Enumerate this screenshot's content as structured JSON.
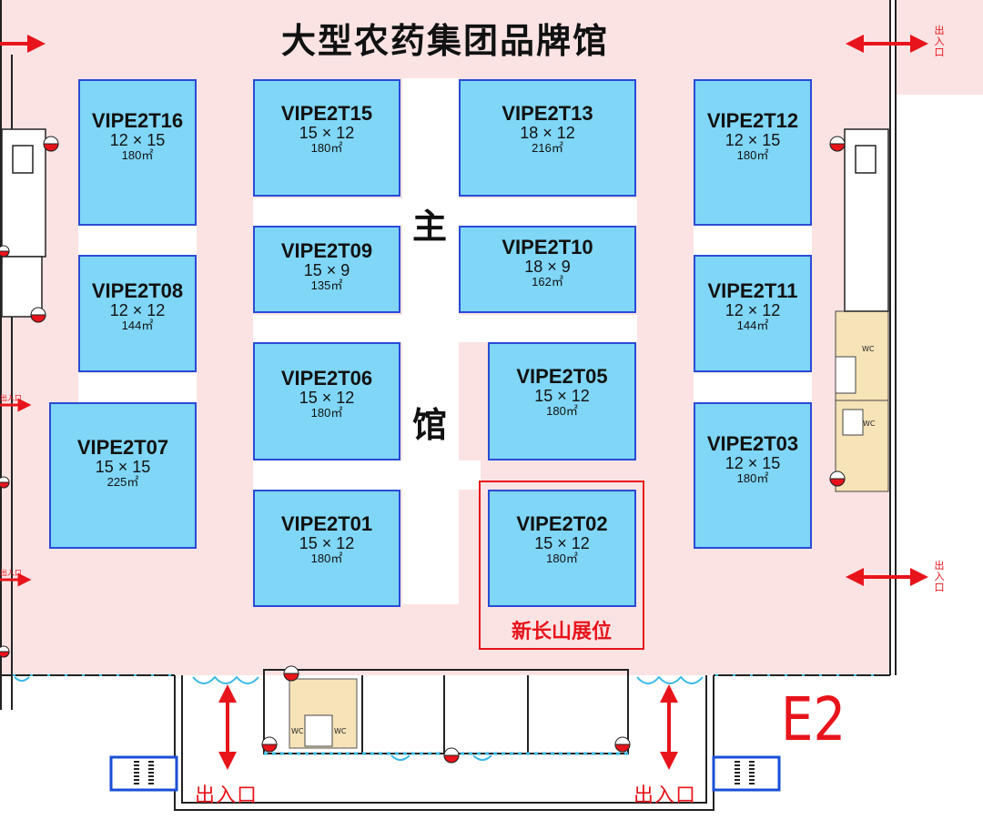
{
  "title": "大型农药集团品牌馆",
  "hall_chars": {
    "top": "主",
    "bottom": "馆"
  },
  "booths": [
    {
      "id": "VIPE2T16",
      "dims": "12 × 15",
      "area": "180㎡"
    },
    {
      "id": "VIPE2T15",
      "dims": "15 × 12",
      "area": "180㎡"
    },
    {
      "id": "VIPE2T13",
      "dims": "18 × 12",
      "area": "216㎡"
    },
    {
      "id": "VIPE2T12",
      "dims": "12 × 15",
      "area": "180㎡"
    },
    {
      "id": "VIPE2T09",
      "dims": "15 × 9",
      "area": "135㎡"
    },
    {
      "id": "VIPE2T10",
      "dims": "18 × 9",
      "area": "162㎡"
    },
    {
      "id": "VIPE2T08",
      "dims": "12 × 12",
      "area": "144㎡"
    },
    {
      "id": "VIPE2T11",
      "dims": "12 × 12",
      "area": "144㎡"
    },
    {
      "id": "VIPE2T06",
      "dims": "15 × 12",
      "area": "180㎡"
    },
    {
      "id": "VIPE2T05",
      "dims": "15 × 12",
      "area": "180㎡"
    },
    {
      "id": "VIPE2T07",
      "dims": "15 × 15",
      "area": "225㎡"
    },
    {
      "id": "VIPE2T03",
      "dims": "12 × 15",
      "area": "180㎡"
    },
    {
      "id": "VIPE2T01",
      "dims": "15 × 12",
      "area": "180㎡"
    },
    {
      "id": "VIPE2T02",
      "dims": "15 × 12",
      "area": "180㎡"
    }
  ],
  "highlight_label": "新长山展位",
  "exit_label": "出入口",
  "exit_vertical": [
    "出",
    "入",
    "口"
  ],
  "gate_label": "E2",
  "wc_label": "WC",
  "colors": {
    "hall_floor": "#fbe3e3",
    "booth_fill": "#7fd6f7",
    "booth_border": "#2a4bd6",
    "accent_red": "#e8141b"
  }
}
